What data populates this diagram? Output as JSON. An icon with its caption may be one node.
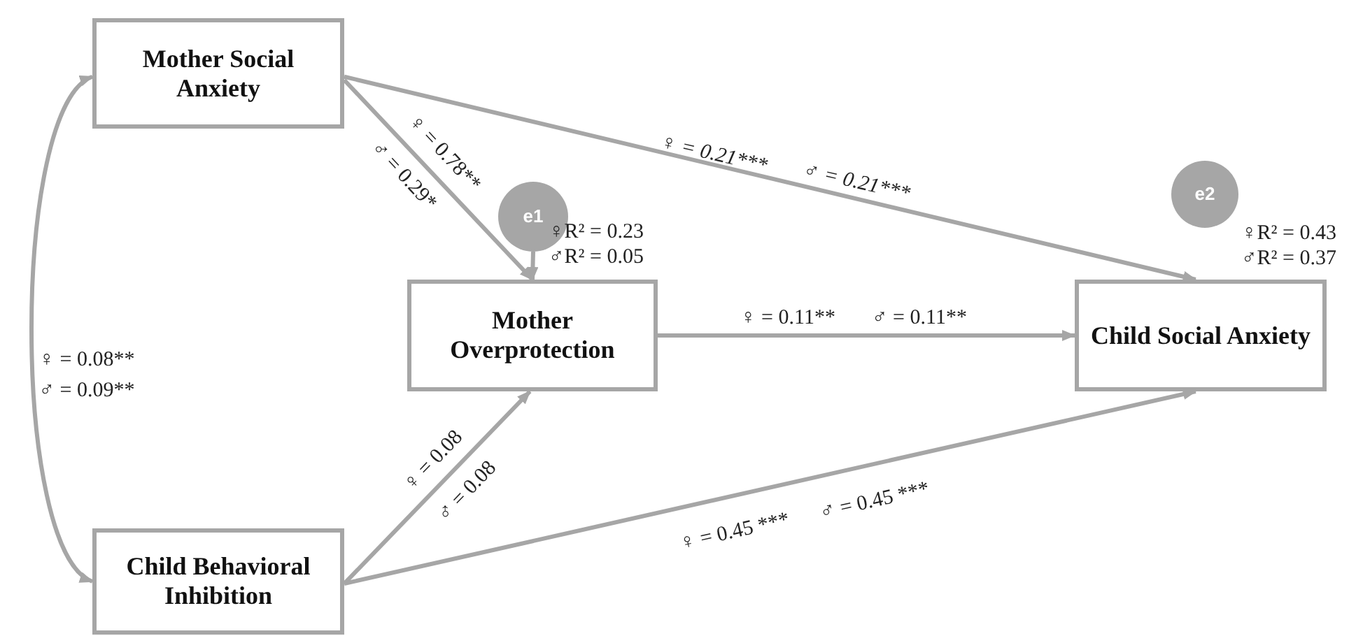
{
  "diagram": {
    "nodes": [
      {
        "text": [
          "Mother Social Anxiety"
        ]
      },
      {
        "text": [
          "e1"
        ]
      },
      {
        "text": [
          "Mother Overprotection"
        ],
        "beside": [
          "♀R² = 0.23",
          "♂R² = 0.05"
        ]
      },
      {
        "text": [
          "e2"
        ]
      },
      {
        "text": [
          "Child Social Anxiety"
        ],
        "beside": [
          "♀R² = 0.43",
          "♂R² = 0.37"
        ]
      },
      {
        "text": [
          "Child Behavioral Inhibition"
        ]
      }
    ],
    "edges": [
      {
        "from": 0,
        "to": 2,
        "arrow": "to",
        "label": "♀ = 0.78**"
      },
      {
        "from": 0,
        "to": 4,
        "arrow": "to",
        "label": "♀ = 0.21***"
      },
      {
        "from": 1,
        "to": 2,
        "arrow": "to"
      },
      {
        "from": 2,
        "to": 4,
        "arrow": "to",
        "label": "♀ = 0.11**"
      },
      {
        "from": 5,
        "to": 2,
        "arrow": "to",
        "label": "♀ = 0.08"
      },
      {
        "from": 5,
        "to": 4,
        "arrow": "to",
        "label": "♀ = 0.45 ***"
      },
      {
        "from": 0,
        "to": 5,
        "arrow": "both",
        "label": "♀ = 0.08**"
      }
    ],
    "labels": [
      "♂ = 0.29*",
      "♂ = 0.21***",
      "♂ = 0.11**",
      "♂ = 0.08",
      "♂ = 0.45 ***",
      "♂ = 0.09**"
    ]
  }
}
